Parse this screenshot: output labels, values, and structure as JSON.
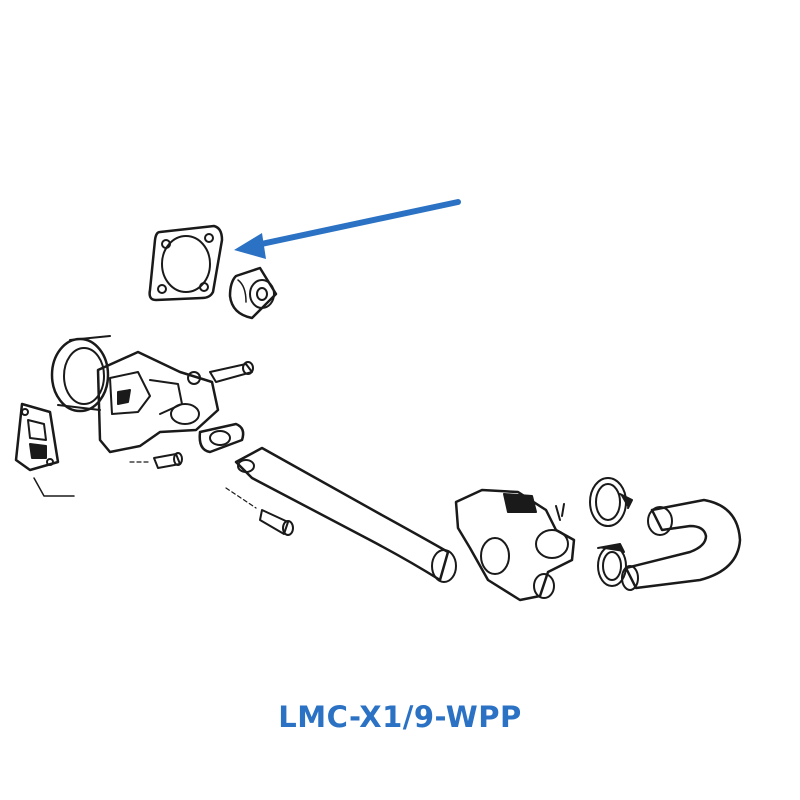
{
  "diagram": {
    "type": "exploded-parts-view",
    "caption": "LMC-X1/9-WPP",
    "colors": {
      "caption": "#2b72c4",
      "arrow": "#2b72c4",
      "line": "#1a1a1a",
      "background": "#ffffff"
    },
    "parts": [
      "gasket-square",
      "pulley-bush",
      "water-pump-housing",
      "pump-pulley",
      "inlet-gasket",
      "bolt-long",
      "bolt-short",
      "washer",
      "flange-gasket",
      "coolant-pipe",
      "thermostat-housing",
      "hose-clamp-upper",
      "hose-clamp-lower",
      "coolant-hose"
    ],
    "highlighted_part": "pulley-bush",
    "pointer": "arrow-to-highlighted-part"
  }
}
